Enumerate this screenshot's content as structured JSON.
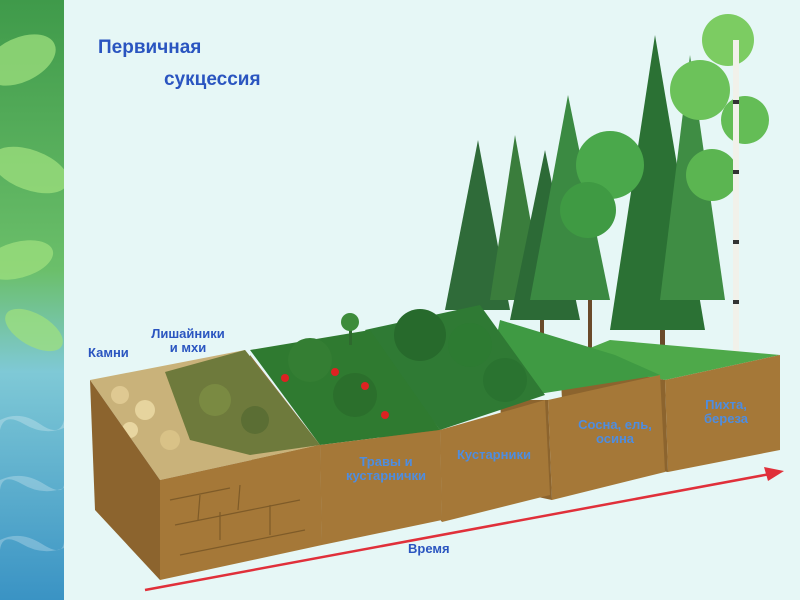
{
  "title": {
    "line1": "Первичная",
    "line2": "сукцессия"
  },
  "stages": [
    {
      "lines": [
        "Камни"
      ]
    },
    {
      "lines": [
        "Лишайники",
        "и мхи"
      ]
    },
    {
      "lines": [
        "Травы и",
        "кустарнички"
      ]
    },
    {
      "lines": [
        "Кустарники"
      ]
    },
    {
      "lines": [
        "Сосна, ель,",
        "осина"
      ]
    },
    {
      "lines": [
        "Пихта,",
        "береза"
      ]
    }
  ],
  "time_axis": {
    "label": "Время"
  },
  "colors": {
    "title": "#2a55c0",
    "soil": "#a57838",
    "rock": "#c9b27a",
    "arrow": "#e0303a",
    "background": "#e6f7f6"
  }
}
